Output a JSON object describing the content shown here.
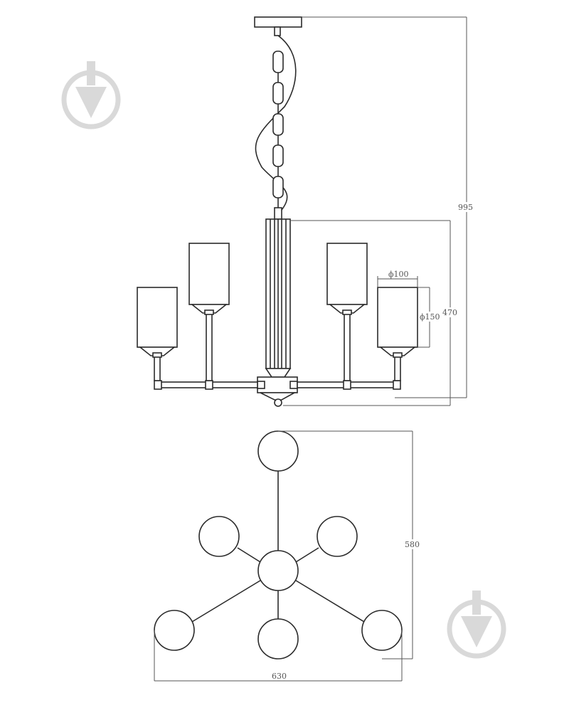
{
  "dimensions": {
    "total_height": "995",
    "body_height": "470",
    "shade_diameter": "ϕ100",
    "shade_height": "ϕ150",
    "top_view_depth": "580",
    "top_view_width": "630"
  },
  "icons": {
    "watermark": "pin-arrow-watermark-icon"
  },
  "colors": {
    "line": "#2b2b2b",
    "dimension": "#555555",
    "watermark": "#d9d9d9"
  }
}
